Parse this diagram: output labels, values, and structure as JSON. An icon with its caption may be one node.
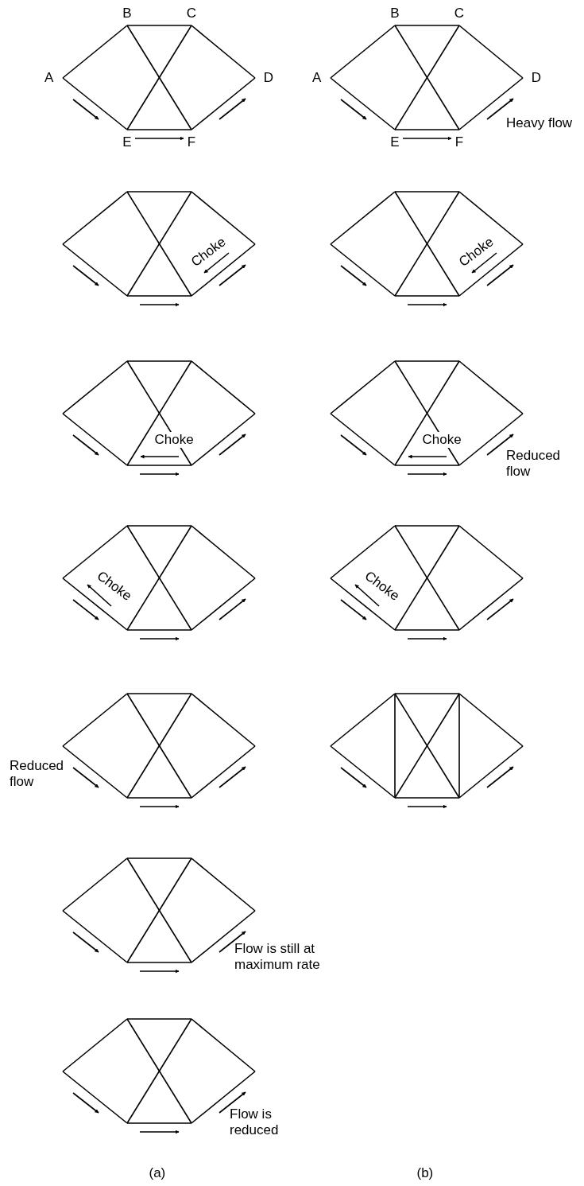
{
  "diagram": {
    "nodes": [
      {
        "text": [
          "A"
        ]
      },
      {
        "text": [
          "B"
        ]
      },
      {
        "text": [
          "C"
        ]
      },
      {
        "text": [
          "D"
        ]
      },
      {
        "text": [
          "E"
        ]
      },
      {
        "text": [
          "F"
        ]
      },
      {
        "text": [
          "A"
        ]
      },
      {
        "text": [
          "B"
        ]
      },
      {
        "text": [
          "C"
        ]
      },
      {
        "text": [
          "D"
        ]
      },
      {
        "text": [
          "E"
        ]
      },
      {
        "text": [
          "F"
        ]
      }
    ],
    "edges": [
      {
        "from": 0,
        "to": 1,
        "arrow": "none"
      },
      {
        "from": 1,
        "to": 2,
        "arrow": "none"
      },
      {
        "from": 2,
        "to": 3,
        "arrow": "none"
      },
      {
        "from": 0,
        "to": 4,
        "arrow": "none"
      },
      {
        "from": 4,
        "to": 5,
        "arrow": "none"
      },
      {
        "from": 5,
        "to": 3,
        "arrow": "none"
      },
      {
        "from": 1,
        "to": 5,
        "arrow": "none"
      },
      {
        "from": 2,
        "to": 4,
        "arrow": "none"
      },
      {
        "from": 6,
        "to": 7,
        "arrow": "none"
      },
      {
        "from": 7,
        "to": 8,
        "arrow": "none"
      },
      {
        "from": 8,
        "to": 9,
        "arrow": "none"
      },
      {
        "from": 6,
        "to": 10,
        "arrow": "none"
      },
      {
        "from": 10,
        "to": 11,
        "arrow": "none"
      },
      {
        "from": 11,
        "to": 9,
        "arrow": "none"
      },
      {
        "from": 7,
        "to": 11,
        "arrow": "none"
      },
      {
        "from": 8,
        "to": 10,
        "arrow": "none"
      },
      {
        "from": 4,
        "to": 5,
        "arrow": "to"
      },
      {
        "from": 10,
        "to": 11,
        "arrow": "to"
      }
    ],
    "labels": [
      "Heavy flow",
      "Choke",
      "Choke",
      "Choke",
      "Choke",
      "Reduced flow",
      "Choke",
      "Choke",
      "Reduced flow",
      "Flow is still at maximum rate",
      "Flow is reduced",
      "(a)",
      "(b)"
    ]
  }
}
